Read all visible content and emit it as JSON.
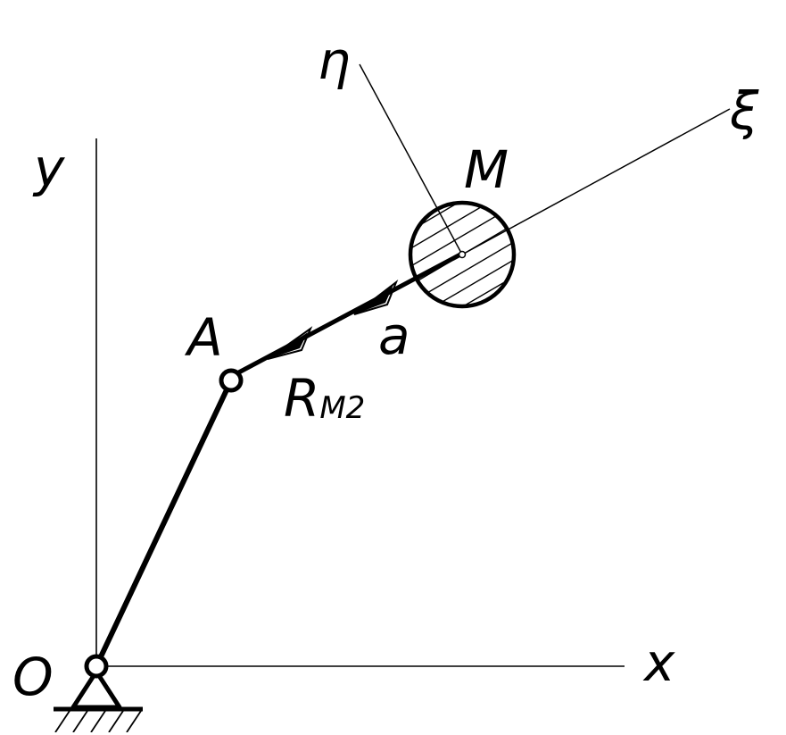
{
  "diagram": {
    "labels": {
      "origin": "O",
      "x_axis": "x",
      "y_axis": "y",
      "joint_a": "A",
      "mass_m": "M",
      "axis_xi": "ξ",
      "axis_eta": "η",
      "accel": "a",
      "reaction_main": "R",
      "reaction_sub": "M2"
    },
    "colors": {
      "ink": "#000000",
      "paper": "#ffffff"
    }
  }
}
